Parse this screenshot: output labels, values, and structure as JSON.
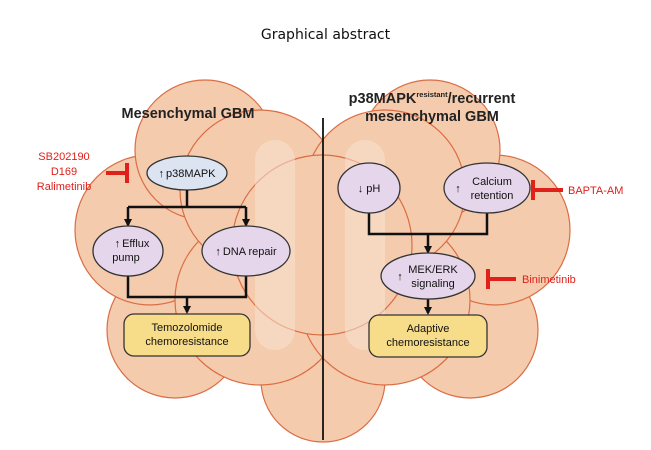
{
  "page": {
    "title": "Graphical abstract"
  },
  "colors": {
    "cell_fill": "#f5c9a9",
    "cell_stroke": "#d9663a",
    "nucleus_fill": "#f7ddc8",
    "node_purple": "#e6d6ec",
    "node_blue": "#dce3f1",
    "outcome_yellow": "#f7dc8a",
    "inhibitor_red": "#e0201b",
    "edge_black": "#111111"
  },
  "left_panel": {
    "title": "Mesenchymal GBM",
    "inhibitors": [
      "SB202190",
      "D169",
      "Ralimetinib"
    ],
    "nodes": {
      "p38mapk": {
        "arrow": "↑",
        "text": "p38MAPK"
      },
      "efflux": {
        "arrow": "↑",
        "line1": "Efflux",
        "line2": "pump"
      },
      "dna_repair": {
        "arrow": "↑",
        "text": "DNA repair"
      }
    },
    "outcome": {
      "line1": "Temozolomide",
      "line2": "chemoresistance"
    }
  },
  "right_panel": {
    "title_main": "p38MAPK",
    "title_superscript": "resistant",
    "title_rest": "/recurrent",
    "title_line2": "mesenchymal GBM",
    "nodes": {
      "ph": {
        "arrow": "↓",
        "text": "pH"
      },
      "calcium": {
        "arrow": "↑",
        "line1": "Calcium",
        "line2": "retention"
      },
      "mek_erk": {
        "arrow": "↑",
        "line1": "MEK/ERK",
        "line2": "signaling"
      }
    },
    "inhibitor_calcium": "BAPTA-AM",
    "inhibitor_mek": "Binimetinib",
    "outcome": {
      "line1": "Adaptive",
      "line2": "chemoresistance"
    }
  }
}
